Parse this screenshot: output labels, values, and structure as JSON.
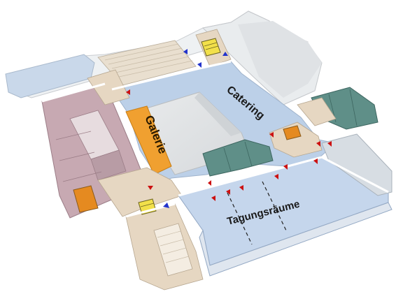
{
  "labels": {
    "galerie": "Galerie",
    "catering": "Catering",
    "tagungsraeume": "Tagungsräume"
  },
  "colors": {
    "corridor_blue": "#bcd0e8",
    "hall_blue": "#c5d6ec",
    "galerie_orange": "#f0a030",
    "wing_mauve": "#c7a9b2",
    "service_teal": "#5f8f88",
    "beige_rooms": "#e6d7c2",
    "wall_white": "#f2f2f2",
    "atrium_grey": "#e3e5e6",
    "arrow_red": "#cc1111",
    "arrow_blue": "#2233cc",
    "elevator_yellow": "#f2e04a"
  },
  "icons": {
    "arrow_red": "triangle-arrow-red-icon",
    "arrow_blue": "triangle-arrow-blue-icon",
    "elevator": "elevator-icon",
    "stairs": "stairs-icon"
  }
}
